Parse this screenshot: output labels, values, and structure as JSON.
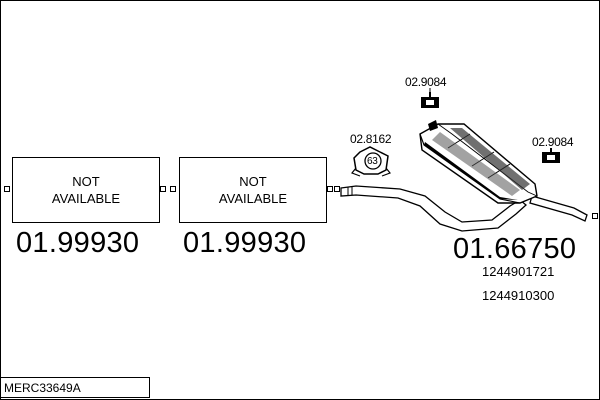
{
  "diagram_code": "MERC33649A",
  "not_available": {
    "line1": "NOT",
    "line2": "AVAILABLE"
  },
  "sections": [
    {
      "part_number": "01.99930",
      "available": false
    },
    {
      "part_number": "01.99930",
      "available": false
    },
    {
      "part_number": "01.66750",
      "available": true,
      "oem_refs": [
        "1244901721",
        "1244910300"
      ]
    }
  ],
  "accessories": [
    {
      "part_number": "02.9084"
    },
    {
      "part_number": "02.8162",
      "badge": "63"
    },
    {
      "part_number": "02.9084"
    }
  ]
}
